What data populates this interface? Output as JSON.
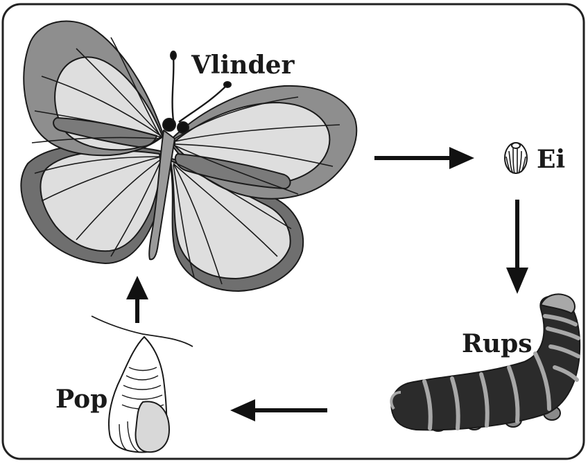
{
  "stages": {
    "butterfly": "Vlinder",
    "egg": "Ei",
    "caterpillar": "Rups",
    "pupa": "Pop"
  },
  "colors": {
    "frame": "#222222",
    "outline": "#1a1a1a",
    "wing_dark": "#8e8e8e",
    "wing_border": "#6f6f6f",
    "wing_light": "#dedede",
    "wing_band": "#7a7a7a",
    "body": "#9a9a9a",
    "caterpillar_body": "#2b2b2b",
    "caterpillar_stripe": "#a8a8a8",
    "arrow": "#111111"
  }
}
